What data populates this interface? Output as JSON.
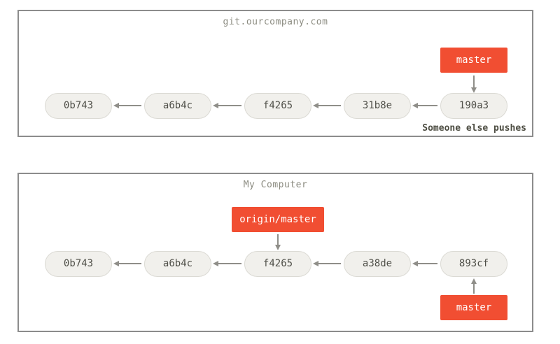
{
  "diagram": {
    "type": "git-commit-graph",
    "accent_color": "#f14e32",
    "node_color": "#f1f0ec",
    "arrow_color": "#8f8e89",
    "panels": [
      {
        "title": "git.ourcompany.com",
        "commits": [
          "0b743",
          "a6b4c",
          "f4265",
          "31b8e",
          "190a3"
        ],
        "branch_labels": [
          {
            "label": "master",
            "attached_to": "190a3",
            "position": "above"
          }
        ],
        "annotation": "Someone else pushes"
      },
      {
        "title": "My Computer",
        "commits": [
          "0b743",
          "a6b4c",
          "f4265",
          "a38de",
          "893cf"
        ],
        "branch_labels": [
          {
            "label": "origin/master",
            "attached_to": "f4265",
            "position": "above"
          },
          {
            "label": "master",
            "attached_to": "893cf",
            "position": "below"
          }
        ],
        "annotation": ""
      }
    ]
  }
}
